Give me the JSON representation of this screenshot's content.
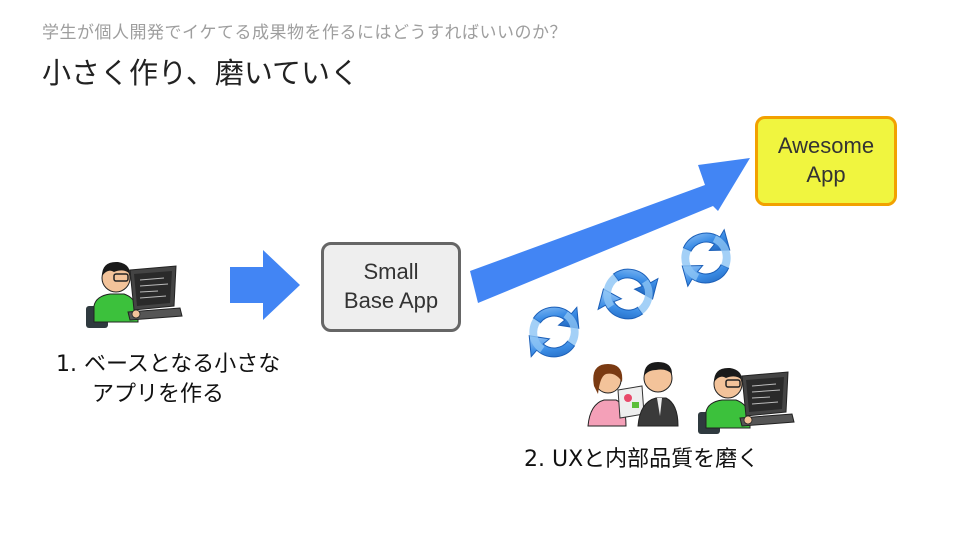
{
  "header": {
    "subtitle": "学生が個人開発でイケてる成果物を作るにはどうすればいいのか？",
    "title": "小さく作り、磨いていく"
  },
  "nodes": {
    "small_app": {
      "line1": "Small",
      "line2": "Base App"
    },
    "awesome_app": {
      "line1": "Awesome",
      "line2": "App"
    }
  },
  "steps": {
    "step1": {
      "line1": "1.  ベースとなる小さな",
      "line2": "アプリを作る"
    },
    "step2": {
      "text": "2.  UXと内部品質を磨く"
    }
  },
  "colors": {
    "arrow_blue": "#4285f4",
    "awesome_fill": "#f0f53f",
    "awesome_border": "#f2a100",
    "small_fill": "#eeeeee",
    "small_border": "#666666"
  }
}
